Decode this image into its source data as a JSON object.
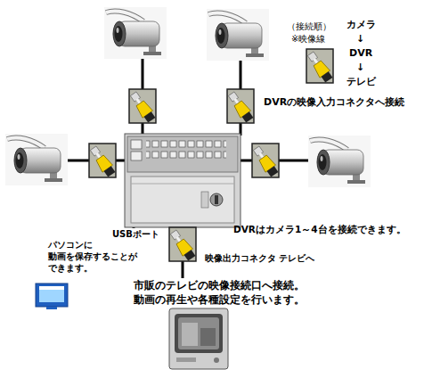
{
  "diagram": {
    "nodes": [
      {
        "text": [
          "DVRはカメラ1～4台を接続できます。"
        ]
      },
      {
        "text": [
          "パソコンに 動画を保存することが できます。"
        ]
      },
      {
        "text": [
          "市販のテレビの映像接続口へ接続。 動画の再生や各種設定を行います。"
        ]
      }
    ],
    "edges": [
      {
        "from": 0,
        "to": 1,
        "arrow": "none",
        "label": "USBポート"
      },
      {
        "from": 0,
        "to": 2,
        "arrow": "none",
        "label": "映像出力コネクタ テレビへ"
      }
    ],
    "labels": [
      "（接続順）",
      "※映像線",
      "カメラ",
      "↓",
      "DVR",
      "↓",
      "テレビ",
      "DVRの映像入力コネクタへ接続"
    ]
  }
}
